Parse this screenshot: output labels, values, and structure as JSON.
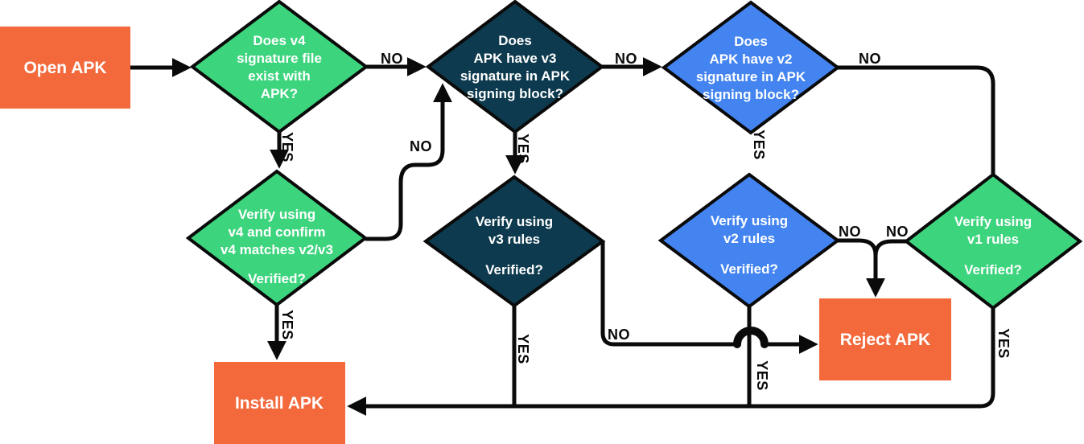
{
  "colors": {
    "orange": "#F3693C",
    "green": "#3DD47E",
    "navy": "#0D3A4E",
    "blue": "#4384F0",
    "line": "#0A0A0A",
    "node_text": "#FFFFFF"
  },
  "nodes": {
    "open_apk": {
      "label": "Open APK"
    },
    "v4_exists": {
      "lines": [
        "Does v4",
        "signature file",
        "exist with",
        "APK?"
      ]
    },
    "v3_block": {
      "lines": [
        "Does",
        "APK have v3",
        "signature in APK",
        "signing block?"
      ]
    },
    "v2_block": {
      "lines": [
        "Does",
        "APK have v2",
        "signature in APK",
        "signing block?"
      ]
    },
    "v4_verify": {
      "lines": [
        "Verify using",
        "v4 and confirm",
        "v4 matches v2/v3"
      ],
      "question": "Verified?"
    },
    "v3_verify": {
      "lines": [
        "Verify using",
        "v3 rules"
      ],
      "question": "Verified?"
    },
    "v2_verify": {
      "lines": [
        "Verify using",
        "v2 rules"
      ],
      "question": "Verified?"
    },
    "v1_verify": {
      "lines": [
        "Verify using",
        "v1 rules"
      ],
      "question": "Verified?"
    },
    "reject_apk": {
      "label": "Reject APK"
    },
    "install_apk": {
      "label": "Install APK"
    }
  },
  "edge_labels": {
    "v4_exists_no": "NO",
    "v4_exists_yes": "YES",
    "v3_block_no": "NO",
    "v3_block_yes": "YES",
    "v2_block_no": "NO",
    "v2_block_yes": "YES",
    "v4_verify_no": "NO",
    "v4_verify_yes": "YES",
    "v3_verify_no": "NO",
    "v3_verify_yes": "YES",
    "v2_verify_no": "NO",
    "v2_verify_yes": "YES",
    "v1_verify_no": "NO",
    "v1_verify_yes": "YES"
  }
}
